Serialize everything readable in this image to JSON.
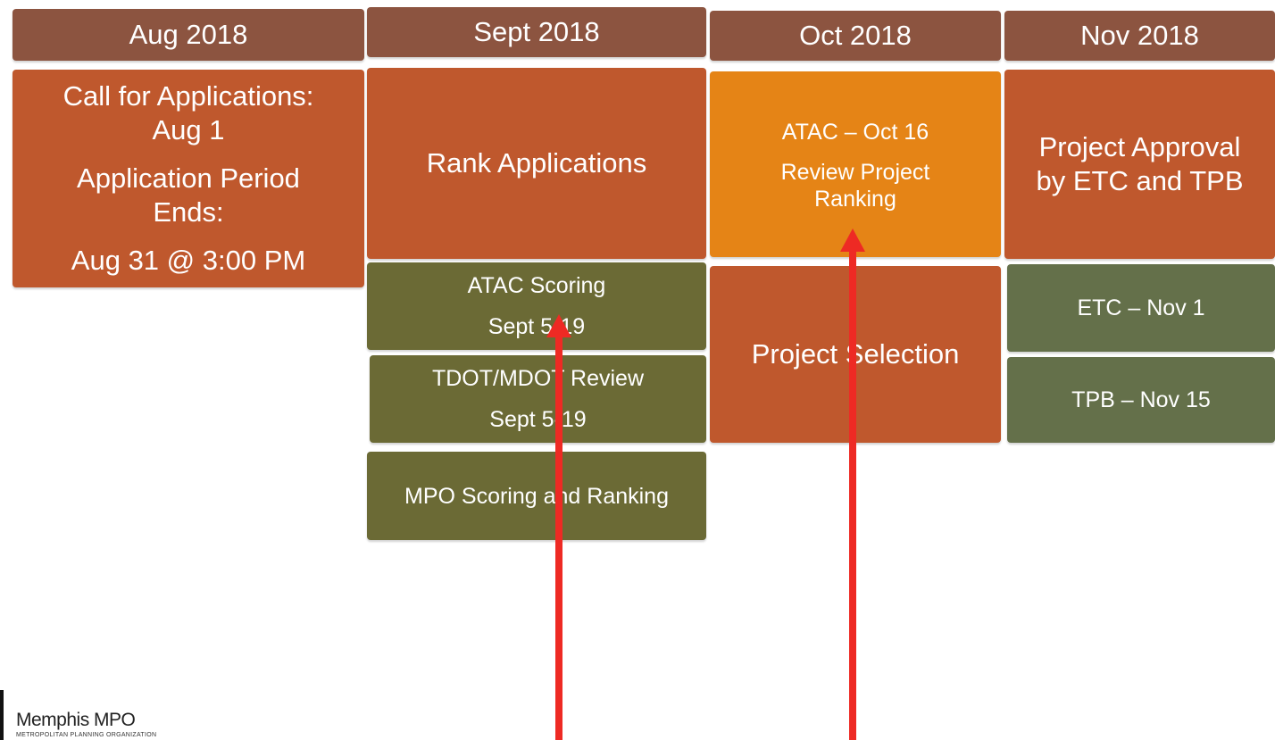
{
  "headers": {
    "aug": "Aug 2018",
    "sept": "Sept 2018",
    "oct": "Oct 2018",
    "nov": "Nov 2018"
  },
  "aug": {
    "line1": "Call for Applications:",
    "line2": "Aug 1",
    "line3": "Application Period",
    "line4": "Ends:",
    "line5": "Aug 31 @ 3:00 PM"
  },
  "sept": {
    "rank": "Rank Applications",
    "atac_title": "ATAC Scoring",
    "atac_dates": "Sept 5-19",
    "tdot_title": "TDOT/MDOT Review",
    "tdot_dates": "Sept 5-19",
    "mpo": "MPO Scoring and Ranking"
  },
  "oct": {
    "atac_line1": "ATAC – Oct 16",
    "atac_line2": "Review Project",
    "atac_line3": "Ranking",
    "selection": "Project Selection"
  },
  "nov": {
    "approval_line1": "Project Approval",
    "approval_line2": "by ETC and TPB",
    "etc": "ETC – Nov 1",
    "tpb": "TPB – Nov 15"
  },
  "logo": {
    "title": "Memphis MPO",
    "subtitle": "METROPOLITAN PLANNING ORGANIZATION"
  },
  "colors": {
    "header": "#8c5440",
    "orange": "#bf582d",
    "amber": "#e58416",
    "olive": "#6b6a35",
    "sage": "#64704a",
    "arrow": "#ee2a24"
  }
}
